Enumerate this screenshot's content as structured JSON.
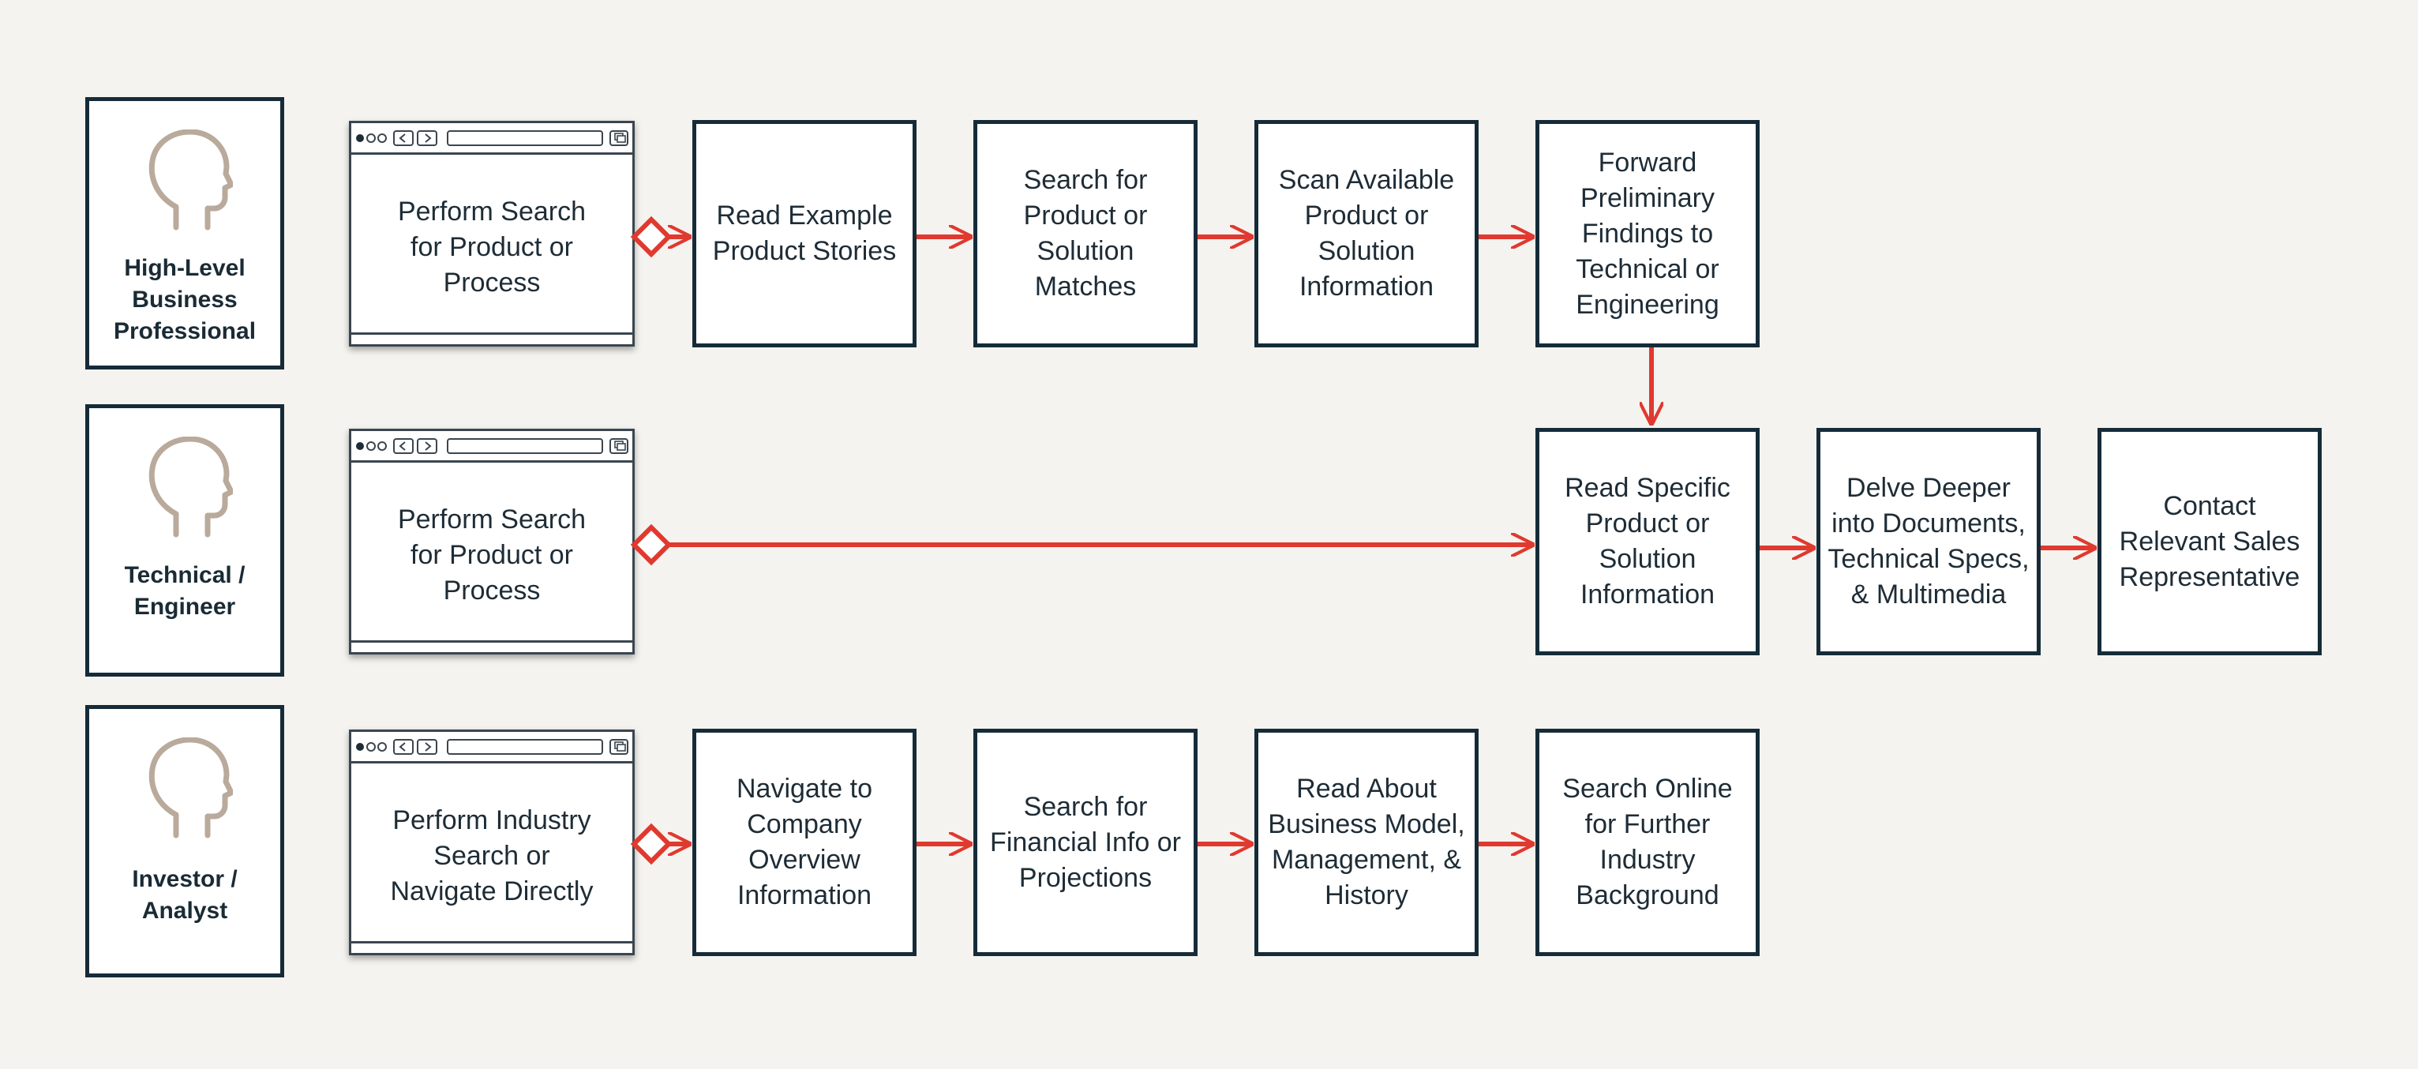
{
  "colors": {
    "border": "#152b38",
    "arrow": "#e0392f",
    "head": "#b9aa9c",
    "background": "#f4f3ef"
  },
  "personas": [
    {
      "label": "High-Level\nBusiness\nProfessional",
      "icon": "head-profile-icon"
    },
    {
      "label": "Technical /\nEngineer",
      "icon": "head-profile-icon"
    },
    {
      "label": "Investor /\nAnalyst",
      "icon": "head-profile-icon"
    }
  ],
  "rows": [
    {
      "browser_text": "Perform Search\nfor Product or\nProcess",
      "steps": [
        "Read Example\nProduct Stories",
        "Search for\nProduct or\nSolution\nMatches",
        "Scan Available\nProduct or\nSolution\nInformation",
        "Forward\nPreliminary\nFindings to\nTechnical or\nEngineering"
      ]
    },
    {
      "browser_text": "Perform Search\nfor Product or\nProcess",
      "steps": [
        "Read Specific\nProduct or\nSolution\nInformation",
        "Delve Deeper\ninto Documents,\nTechnical Specs,\n& Multimedia",
        "Contact\nRelevant Sales\nRepresentative"
      ]
    },
    {
      "browser_text": "Perform Industry\nSearch or\nNavigate Directly",
      "steps": [
        "Navigate to\nCompany\nOverview\nInformation",
        "Search for\nFinancial Info or\nProjections",
        "Read About\nBusiness Model,\nManagement, &\nHistory",
        "Search Online\nfor Further\nIndustry\nBackground"
      ]
    }
  ]
}
